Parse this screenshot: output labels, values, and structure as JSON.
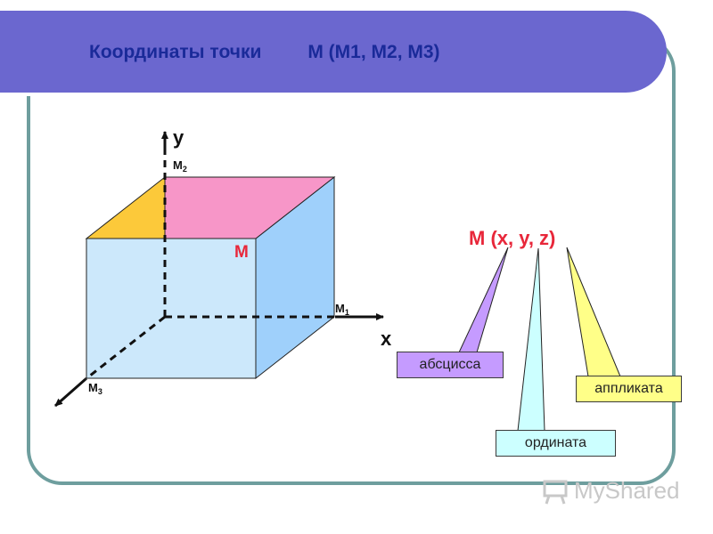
{
  "title": {
    "part1": "Координаты точки",
    "part2": "M (M1, M2, M3)"
  },
  "diagram": {
    "axis_y": "y",
    "axis_x": "x",
    "point_M": "M",
    "M1": {
      "base": "M",
      "sub": "1"
    },
    "M2": {
      "base": "M",
      "sub": "2"
    },
    "M3": {
      "base": "M",
      "sub": "3"
    },
    "formula": "M (x, y, z)"
  },
  "callouts": {
    "abscissa": "абсцисса",
    "ordinate": "ордината",
    "applicate": "аппликата"
  },
  "logo": {
    "text": "MyShared"
  },
  "colors": {
    "banner": "#6b67cf",
    "title_text": "#1a2a99",
    "frame": "#6e9e9e",
    "cube_front": "#cce8fb",
    "cube_side": "#9fd0fb",
    "cube_top_pink": "#f796c8",
    "cube_top_orange": "#fcc93a",
    "label_red": "#e8273a",
    "abscissa_fill": "#c59bff",
    "ordinate_fill": "#ccffff",
    "applicate_fill": "#ffff88"
  }
}
